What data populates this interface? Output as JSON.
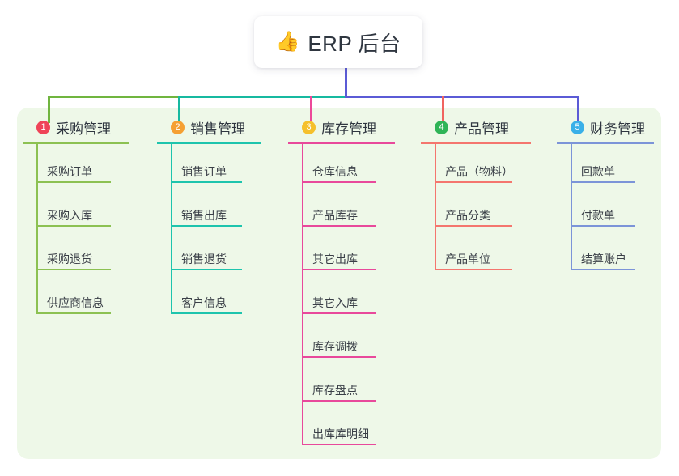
{
  "title": {
    "icon": "thumbs-up-icon",
    "icon_glyph": "👍",
    "text": "ERP 后台"
  },
  "theme": {
    "panel_bg": "#eef8e8",
    "stem_color": "#5b5bd6",
    "bus_green": "#70b53f",
    "bus_teal": "#17b9a0",
    "bus_blue": "#5b5bd6",
    "title_text": "#2f3640",
    "item_text": "#3a3f47"
  },
  "connector": {
    "bus_segments": [
      {
        "name": "bus-green",
        "color": "#70b53f"
      },
      {
        "name": "bus-teal",
        "color": "#17b9a0"
      },
      {
        "name": "bus-blue",
        "color": "#5b5bd6"
      }
    ],
    "drops": [
      {
        "name": "drop-purchasing",
        "color": "#70b53f"
      },
      {
        "name": "drop-sales",
        "color": "#17b9a0"
      },
      {
        "name": "drop-inventory",
        "color": "#ec4899"
      },
      {
        "name": "drop-product",
        "color": "#f0645f"
      },
      {
        "name": "drop-finance",
        "color": "#5b5bd6"
      }
    ]
  },
  "columns": [
    {
      "key": "purchasing",
      "number": "1",
      "label": "采购管理",
      "badge_color": "#ef4458",
      "line_color": "#8cc152",
      "items": [
        {
          "label": "采购订单"
        },
        {
          "label": "采购入库"
        },
        {
          "label": "采购退货"
        },
        {
          "label": "供应商信息"
        }
      ]
    },
    {
      "key": "sales",
      "number": "2",
      "label": "销售管理",
      "badge_color": "#f5a033",
      "line_color": "#1ec4ad",
      "items": [
        {
          "label": "销售订单"
        },
        {
          "label": "销售出库"
        },
        {
          "label": "销售退货"
        },
        {
          "label": "客户信息"
        }
      ]
    },
    {
      "key": "inventory",
      "number": "3",
      "label": "库存管理",
      "badge_color": "#f5c02c",
      "line_color": "#e8499b",
      "items": [
        {
          "label": "仓库信息"
        },
        {
          "label": "产品库存"
        },
        {
          "label": "其它出库"
        },
        {
          "label": "其它入库"
        },
        {
          "label": "库存调拨"
        },
        {
          "label": "库存盘点"
        },
        {
          "label": "出库库明细"
        }
      ]
    },
    {
      "key": "product",
      "number": "4",
      "label": "产品管理",
      "badge_color": "#2fb457",
      "line_color": "#f4766e",
      "items": [
        {
          "label": "产品（物料）"
        },
        {
          "label": "产品分类"
        },
        {
          "label": "产品单位"
        }
      ]
    },
    {
      "key": "finance",
      "number": "5",
      "label": "财务管理",
      "badge_color": "#3ab0e8",
      "line_color": "#7c94d8",
      "items": [
        {
          "label": "回款单"
        },
        {
          "label": "付款单"
        },
        {
          "label": "结算账户"
        }
      ]
    }
  ]
}
